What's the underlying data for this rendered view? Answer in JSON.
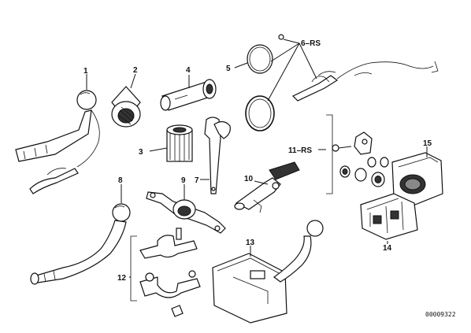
{
  "diagram_id": "00009322",
  "callouts": {
    "c1": "1",
    "c2": "2",
    "c3": "3",
    "c4": "4",
    "c5": "5",
    "c6": "6–RS",
    "c7": "7",
    "c8": "8",
    "c9": "9",
    "c10": "10",
    "c11": "11–RS",
    "c12": "12",
    "c13": "13",
    "c14": "14",
    "c15": "15"
  }
}
